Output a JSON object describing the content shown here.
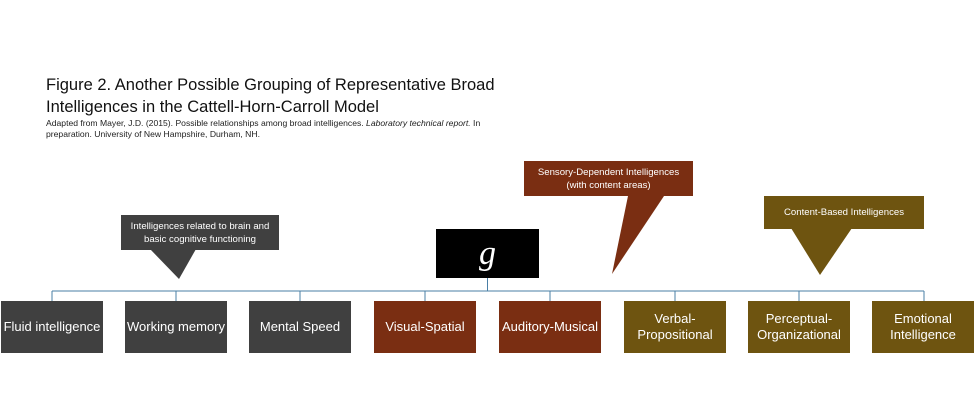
{
  "figure": {
    "title": "Figure 2. Another Possible Grouping of Representative Broad Intelligences in the Cattell-Horn-Carroll Model",
    "citation_prefix": "Adapted from Mayer, J.D. (2015). Possible relationships among broad intelligences. ",
    "citation_italic": "Laboratory technical report.",
    "citation_suffix": " In preparation. University of New Hampshire, Durham, NH."
  },
  "colors": {
    "basic_group": "#404040",
    "sensory_group": "#7a2e12",
    "content_group": "#6e5410",
    "g_box": "#000000",
    "connector": "#4a7fa6"
  },
  "root": {
    "label": "g"
  },
  "callouts": [
    {
      "text": "Intelligences related to brain and basic cognitive functioning"
    },
    {
      "text": "Sensory-Dependent Intelligences (with content areas)"
    },
    {
      "text": "Content-Based Intelligences"
    }
  ],
  "nodes": [
    {
      "label": "Fluid intelligence",
      "group": "basic"
    },
    {
      "label": "Working memory",
      "group": "basic"
    },
    {
      "label": "Mental Speed",
      "group": "basic"
    },
    {
      "label": "Visual-Spatial",
      "group": "sensory"
    },
    {
      "label": "Auditory-Musical",
      "group": "sensory"
    },
    {
      "label": "Verbal-Propositional",
      "group": "content"
    },
    {
      "label": "Perceptual-Organizational",
      "group": "content"
    },
    {
      "label": "Emotional Intelligence",
      "group": "content"
    }
  ]
}
